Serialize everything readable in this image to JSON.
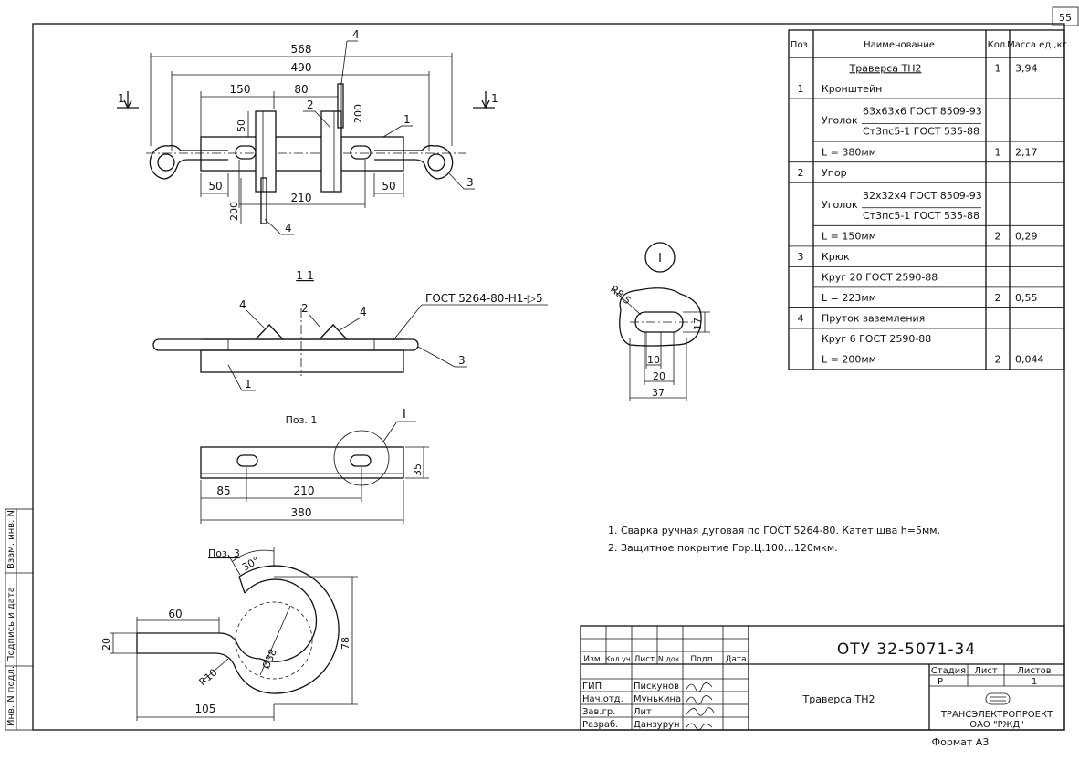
{
  "page_number": "55",
  "drawing_code": "ОТУ 32-5071-34",
  "drawing_title": "Траверса ТН2",
  "format_label": "Формат А3",
  "organization": [
    "ТРАНСЭЛЕКТРОПРОЕКТ",
    "ОАО \"РЖД\""
  ],
  "side_stamp": [
    "Инв. N подл.",
    "Подпись и дата",
    "Взам. инв. N"
  ],
  "views": {
    "plan": {
      "dims": [
        "568",
        "490",
        "150",
        "80",
        "50",
        "200",
        "50",
        "50",
        "210",
        "200"
      ],
      "positions": [
        "4",
        "2",
        "1",
        "3",
        "4"
      ],
      "section_mark": "1"
    },
    "section": {
      "title": "1-1",
      "weld_note": "ГОСТ 5264-80-Н1-▷5",
      "positions": [
        "4",
        "2",
        "4",
        "1",
        "3"
      ]
    },
    "detail": {
      "mark": "I",
      "dims": [
        "R8,5",
        "17",
        "10",
        "20",
        "37"
      ]
    },
    "pos1": {
      "title": "Поз. 1",
      "mark": "I",
      "dims": [
        "85",
        "210",
        "380",
        "35"
      ]
    },
    "pos3": {
      "title": "Поз. 3",
      "dims": [
        "30°",
        "60",
        "20",
        "Ø38",
        "78",
        "R10",
        "105"
      ]
    }
  },
  "notes": [
    "1. Сварка ручная дуговая по ГОСТ 5264-80. Катет шва h=5мм.",
    "2. Защитное покрытие Гор.Ц.100…120мкм."
  ],
  "spec_table": {
    "headers": [
      "Поз.",
      "Наименование",
      "Кол.",
      "Масса ед.,кг"
    ],
    "rows": [
      {
        "pos": "",
        "name": "Траверса ТН2",
        "qty": "1",
        "mass": "3,94"
      },
      {
        "pos": "1",
        "name": "Кронштейн",
        "qty": "",
        "mass": ""
      },
      {
        "pos": "",
        "name": "Уголок 63х63х6 ГОСТ 8509-93 / Ст3пс5-1 ГОСТ 535-88",
        "qty": "",
        "mass": ""
      },
      {
        "pos": "",
        "name": "L = 380мм",
        "qty": "1",
        "mass": "2,17"
      },
      {
        "pos": "2",
        "name": "Упор",
        "qty": "",
        "mass": ""
      },
      {
        "pos": "",
        "name": "Уголок 32х32х4 ГОСТ 8509-93 / Ст3пс5-1 ГОСТ 535-88",
        "qty": "",
        "mass": ""
      },
      {
        "pos": "",
        "name": "L = 150мм",
        "qty": "2",
        "mass": "0,29"
      },
      {
        "pos": "3",
        "name": "Крюк",
        "qty": "",
        "mass": ""
      },
      {
        "pos": "",
        "name": "Круг 20 ГОСТ 2590-88",
        "qty": "",
        "mass": ""
      },
      {
        "pos": "",
        "name": "L = 223мм",
        "qty": "2",
        "mass": "0,55"
      },
      {
        "pos": "4",
        "name": "Пруток заземления",
        "qty": "",
        "mass": ""
      },
      {
        "pos": "",
        "name": "Круг 6 ГОСТ 2590-88",
        "qty": "",
        "mass": ""
      },
      {
        "pos": "",
        "name": "L = 200мм",
        "qty": "2",
        "mass": "0,044"
      }
    ]
  },
  "title_block": {
    "header": [
      "Изм.",
      "Кол.уч.",
      "Лист",
      "N док.",
      "Подп.",
      "Дата"
    ],
    "people": [
      {
        "role": "ГИП",
        "name": "Пискунов"
      },
      {
        "role": "Нач.отд.",
        "name": "Мунькина"
      },
      {
        "role": "Зав.гр.",
        "name": "Лит"
      },
      {
        "role": "Разраб.",
        "name": "Данзурун"
      }
    ],
    "stage_label": "Стадия",
    "sheet_label": "Лист",
    "sheets_label": "Листов",
    "stage": "Р",
    "sheet": "",
    "sheets": "1"
  }
}
